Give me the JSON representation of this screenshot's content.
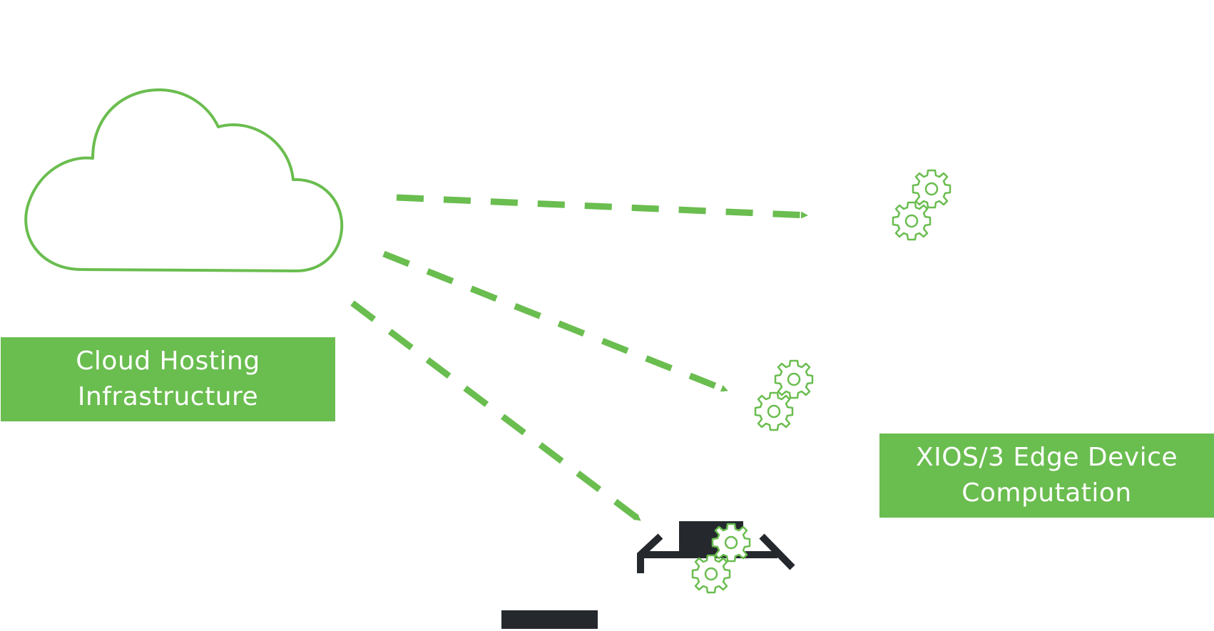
{
  "labels": {
    "cloud": [
      "Cloud Hosting",
      "Infrastructure"
    ],
    "edge": [
      "XIOS/3 Edge Device",
      "Computation"
    ]
  },
  "icons": {
    "cloud": "cloud-icon",
    "gear": "gear-icon",
    "device": "edge-device-icon"
  },
  "colors": {
    "accent": "#6abd4f",
    "device": "#25292e",
    "background": "#ffffff"
  }
}
